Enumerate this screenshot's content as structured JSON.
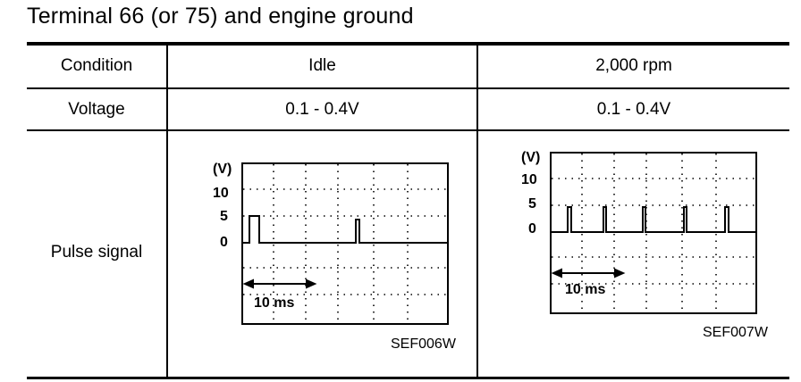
{
  "title": "Terminal 66 (or 75) and engine ground",
  "table": {
    "headers": [
      "Condition",
      "Idle",
      "2,000 rpm"
    ],
    "voltage_row": [
      "Voltage",
      "0.1 - 0.4V",
      "0.1 - 0.4V"
    ],
    "pulse_row_label": "Pulse signal"
  },
  "scope_idle": {
    "unit": "(V)",
    "y_ticks": [
      "10",
      "5",
      "0"
    ],
    "time_label": "10 ms",
    "code": "SEF006W",
    "pulse_high_v": 5
  },
  "scope_2000": {
    "unit": "(V)",
    "y_ticks": [
      "10",
      "5",
      "0"
    ],
    "time_label": "10 ms",
    "code": "SEF007W",
    "pulse_high_v": 5
  }
}
